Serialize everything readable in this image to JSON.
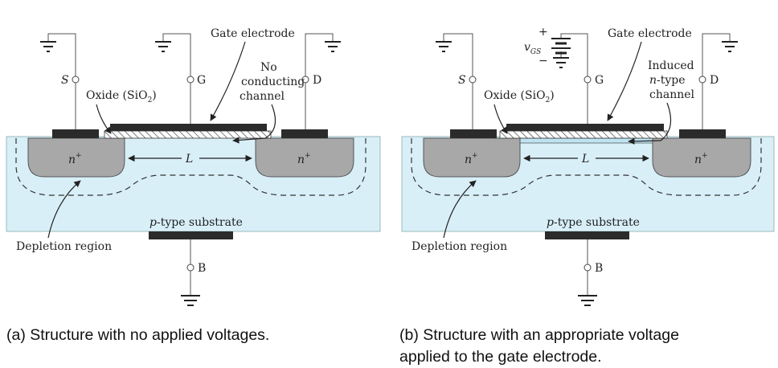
{
  "panels": [
    {
      "id": "a",
      "source": "S",
      "gate": "G",
      "drain": "D",
      "body": "B",
      "gate_electrode": "Gate electrode",
      "oxide": "Oxide (SiO",
      "oxide_sub": "2",
      "oxide_close": ")",
      "channel_line1": "No",
      "channel_line2": "conducting",
      "channel_line3": "channel",
      "n_plus": "n",
      "n_plus_sup": "+",
      "length": "L",
      "substrate_italic": "p",
      "substrate_rest": "-type substrate",
      "depletion": "Depletion region",
      "caption_line1": "(a) Structure with no applied voltages.",
      "caption_line2": ""
    },
    {
      "id": "b",
      "source": "S",
      "gate": "G",
      "drain": "D",
      "body": "B",
      "gate_electrode": "Gate electrode",
      "oxide": "Oxide (SiO",
      "oxide_sub": "2",
      "oxide_close": ")",
      "channel_line1": "Induced",
      "channel_line2_italic": "n",
      "channel_line2": "-type",
      "channel_line3": "channel",
      "n_plus": "n",
      "n_plus_sup": "+",
      "length": "L",
      "substrate_italic": "p",
      "substrate_rest": "-type substrate",
      "depletion": "Depletion region",
      "vgs_symbol": "v",
      "vgs_sub": "GS",
      "vgs_plus": "+",
      "vgs_minus": "−",
      "caption_line1": "(b) Structure with an appropriate voltage",
      "caption_line2": "applied to the gate electrode."
    }
  ],
  "colors": {
    "substrate": "#d8eff8",
    "n_region": "#a8a8a8",
    "metal": "#2b2b2b",
    "channel": "#bfe3f2"
  }
}
